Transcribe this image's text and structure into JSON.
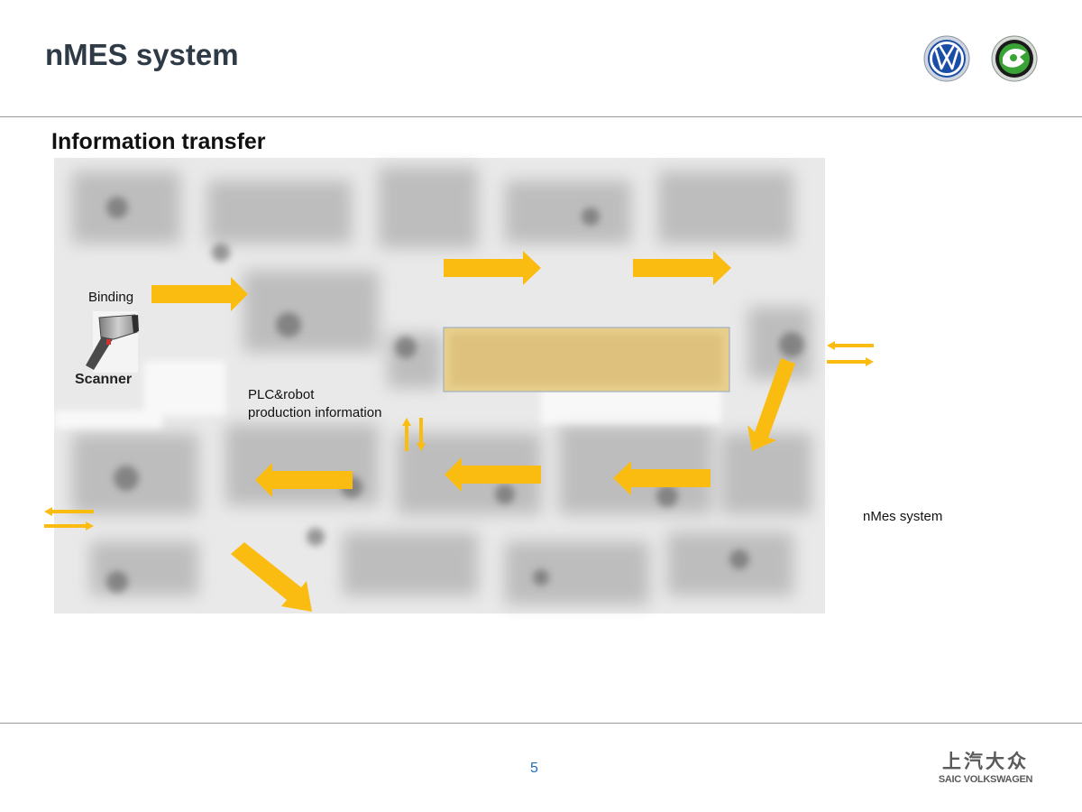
{
  "header": {
    "title": "nMES system"
  },
  "section": {
    "title": "Information transfer"
  },
  "diagram": {
    "labels": {
      "binding": "Binding",
      "scanner": "Scanner",
      "plc_line1": "PLC&robot",
      "plc_line2": "production information",
      "nmes": "nMes system"
    }
  },
  "footer": {
    "page_number": "5",
    "brand_cn": "上汽大众",
    "brand_en": "SAIC VOLKSWAGEN"
  },
  "colors": {
    "arrow": "#fbbc11",
    "title": "#2f3a47",
    "page_number": "#1f6fb5"
  },
  "icons": [
    "vw-logo-icon",
    "skoda-logo-icon",
    "barcode-scanner-icon"
  ]
}
